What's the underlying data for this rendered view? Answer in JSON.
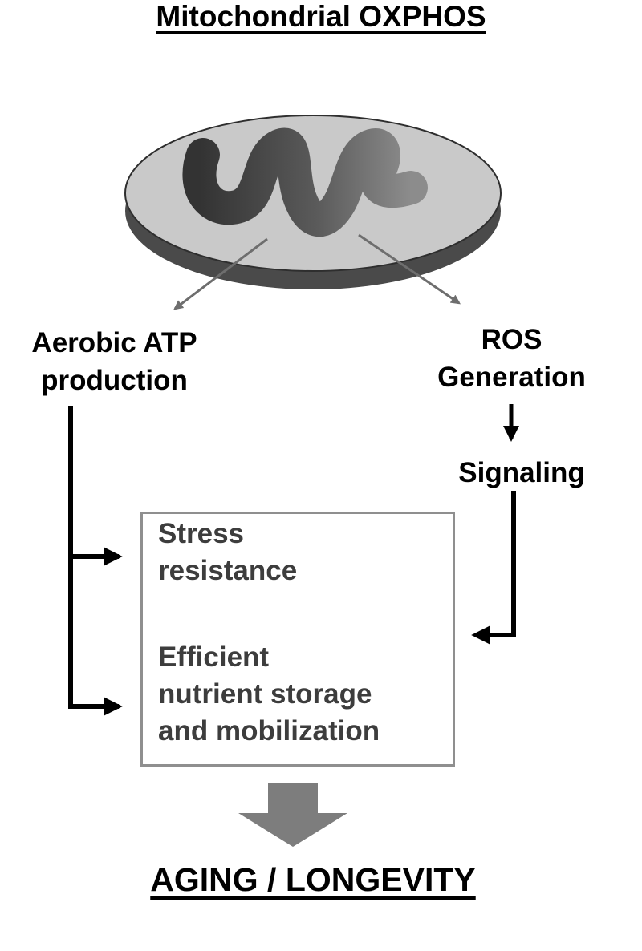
{
  "title": "Mitochondrial OXPHOS",
  "branches": {
    "left": {
      "line1": "Aerobic ATP",
      "line2": "production"
    },
    "right": {
      "line1": "ROS",
      "line2": "Generation"
    }
  },
  "signaling": {
    "label": "Signaling"
  },
  "outcomes_box": {
    "stress": {
      "line1": "Stress",
      "line2": "resistance"
    },
    "nutrient": {
      "line1": "Efficient",
      "line2": "nutrient storage",
      "line3": "and mobilization"
    }
  },
  "footer": {
    "label": "AGING / LONGEVITY"
  },
  "icons": {
    "increase_arrow": "↑",
    "signaling_down_arrow": "↓",
    "mito_left_arrow": "↙",
    "mito_right_arrow": "↘",
    "down_block_arrow": "▼"
  },
  "colors": {
    "text": "#000000",
    "box_text": "#3d3d3d",
    "box_border": "#8f8f8f",
    "block_arrow": "#7d7d7d",
    "connector": "#000000",
    "mito_arrow": "#6e6e6e",
    "mitochondrion_body": "#c9c9c9",
    "mitochondrion_rim": "#4a4a4a",
    "mitochondrion_cristae_dark": "#333333",
    "mitochondrion_cristae_light": "#8c8c8c"
  }
}
